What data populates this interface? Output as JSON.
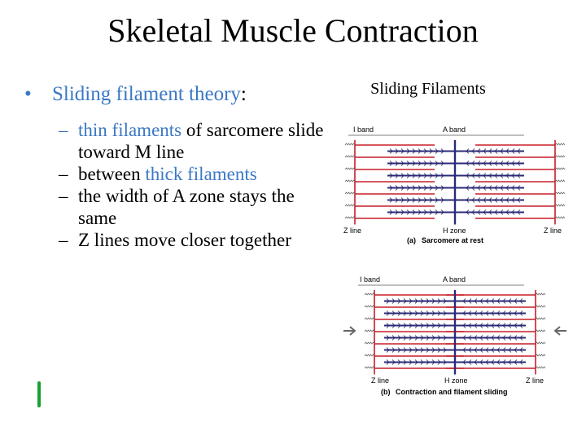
{
  "slide": {
    "title": "Skeletal Muscle Contraction",
    "bullet_prefix": "Sliding filament theory",
    "bullet_suffix": ":",
    "sub1_highlight": "thin filaments",
    "sub1_rest": " of sarcomere slide toward M line",
    "sub2_plain": "between ",
    "sub2_highlight": "thick filaments",
    "sub3": "the width of A zone stays the same",
    "sub4": "Z lines move closer together",
    "dash": "–",
    "bullet_dot": "•"
  },
  "figure": {
    "heading": "Sliding Filaments",
    "a": {
      "i_band": "I band",
      "a_band": "A band",
      "z_left": "Z line",
      "h_zone": "H zone",
      "z_right": "Z line",
      "caption_letter": "(a)",
      "caption": "Sarcomere at rest"
    },
    "b": {
      "i_band": "I band",
      "a_band": "A band",
      "z_left": "Z line",
      "h_zone": "H zone",
      "z_right": "Z line",
      "caption_letter": "(b)",
      "caption": "Contraction and filament sliding"
    },
    "colors": {
      "thin": "#c81e28",
      "thick": "#2a2a7a",
      "z_line": "#c81e28",
      "myosin_head": "#202060"
    }
  }
}
